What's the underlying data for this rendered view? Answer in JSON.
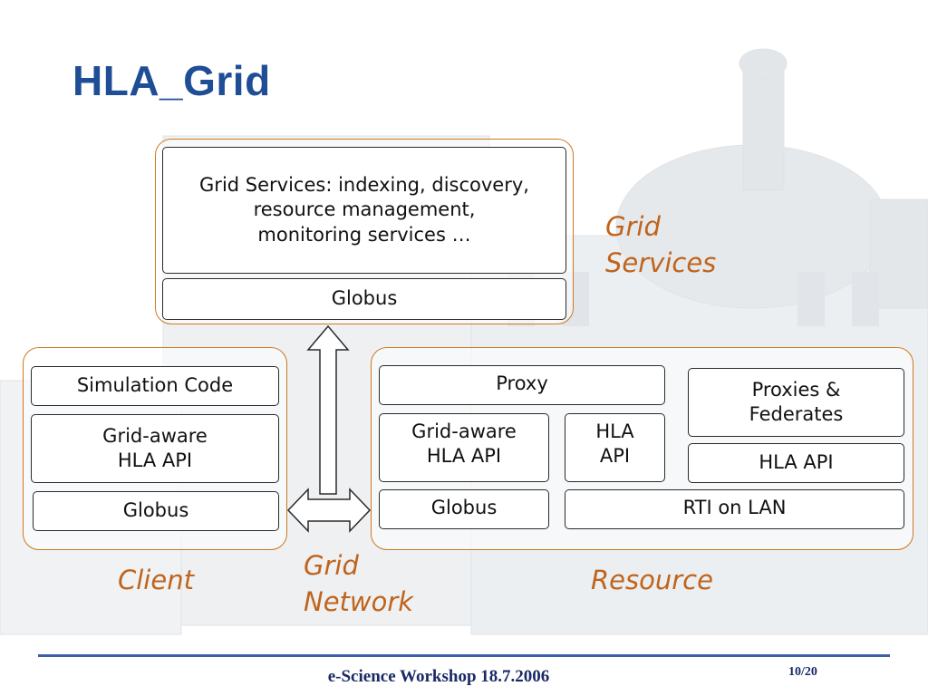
{
  "slide": {
    "title": "HLA_Grid"
  },
  "grid_services": {
    "services_text": "Grid Services: indexing, discovery, resource management, monitoring services …",
    "globus": "Globus",
    "label": "Grid Services"
  },
  "client": {
    "simulation_code": "Simulation Code",
    "grid_aware_api": "Grid-aware HLA API",
    "globus": "Globus",
    "label": "Client"
  },
  "resource": {
    "proxy": "Proxy",
    "grid_aware_api": "Grid-aware HLA API",
    "hla_api_small": "HLA API",
    "globus": "Globus",
    "proxies_federates": "Proxies & Federates",
    "hla_api": "HLA API",
    "rti_on_lan": "RTI on LAN",
    "label": "Resource"
  },
  "network": {
    "label": "Grid Network"
  },
  "footer": {
    "text": "e-Science Workshop 18.7.2006",
    "page": "10/20"
  },
  "colors": {
    "title": "#1f4e96",
    "group_border": "#d07820",
    "label": "#c0641c",
    "footer_line": "#3a5fa8"
  }
}
